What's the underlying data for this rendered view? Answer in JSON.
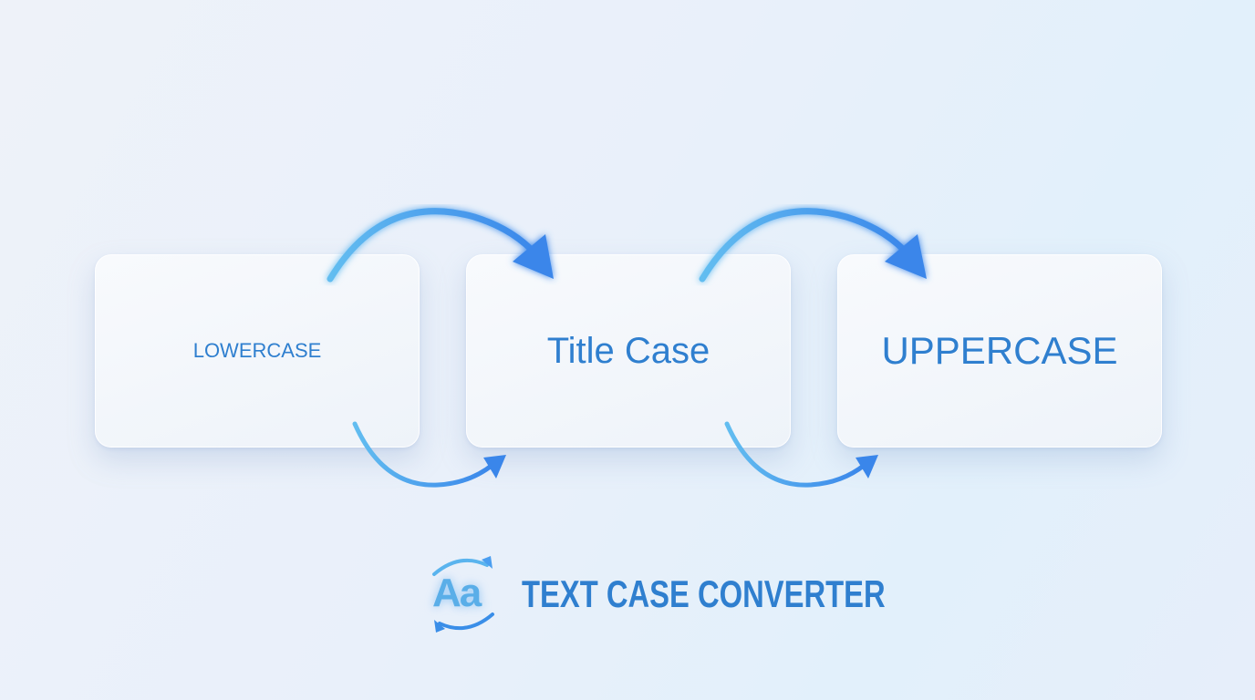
{
  "cards": [
    {
      "label": "LOWERCASE"
    },
    {
      "label": "Title Case"
    },
    {
      "label": "UPPERCASE"
    }
  ],
  "footer": {
    "logo_text": "Aa",
    "title": "TEXT CASE CONVERTER",
    "logo_icon": "case-convert-icon"
  },
  "colors": {
    "accent": "#2f7fcf",
    "arrow": "#4a9ef0"
  }
}
